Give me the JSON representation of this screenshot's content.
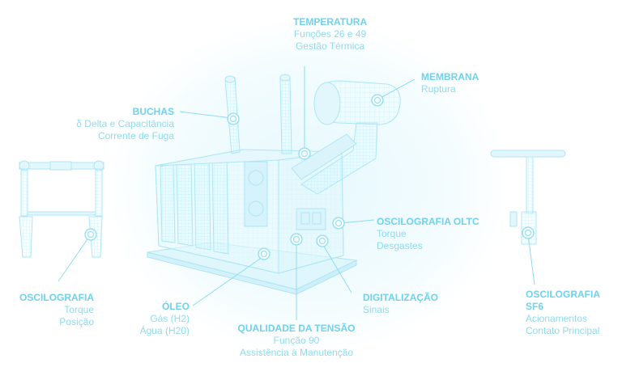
{
  "colors": {
    "line": "#8fdcf0",
    "title": "#6fd2ee",
    "text": "#8fdcf0",
    "glow": "#eefbff"
  },
  "callouts": {
    "temperatura": {
      "title": "TEMPERATURA",
      "line1": "Funções 26 e 49",
      "line2": "Gestão Térmica",
      "icon": "sensor-icon"
    },
    "membrana": {
      "title": "MEMBRANA",
      "line1": "Ruptura",
      "icon": "sensor-icon"
    },
    "buchas": {
      "title": "BUCHAS",
      "line1": "δ Delta e Capacitância",
      "line2": "Corrente de Fuga",
      "icon": "sensor-icon"
    },
    "oscilografia_oltc": {
      "title": "OSCILOGRAFIA OLTC",
      "line1": "Torque",
      "line2": "Desgastes",
      "icon": "sensor-icon"
    },
    "oscilografia_left": {
      "title": "OSCILOGRAFIA",
      "line1": "Torque",
      "line2": "Posição",
      "icon": "sensor-icon"
    },
    "oleo": {
      "title": "ÓLEO",
      "line1": "Gás (H2)",
      "line2": "Água (H20)",
      "icon": "sensor-icon"
    },
    "qualidade": {
      "title": "QUALIDADE DA TENSÃO",
      "line1": "Função 90",
      "line2": "Assistência à Manutenção",
      "icon": "sensor-icon"
    },
    "digitalizacao": {
      "title": "DIGITALIZAÇÃO",
      "line1": "Sinais",
      "icon": "sensor-icon"
    },
    "oscilografia_sf6": {
      "title": "OSCILOGRAFIA",
      "title2": "SF6",
      "line1": "Acionamentos",
      "line2": "Contato Principal",
      "icon": "sensor-icon"
    }
  }
}
